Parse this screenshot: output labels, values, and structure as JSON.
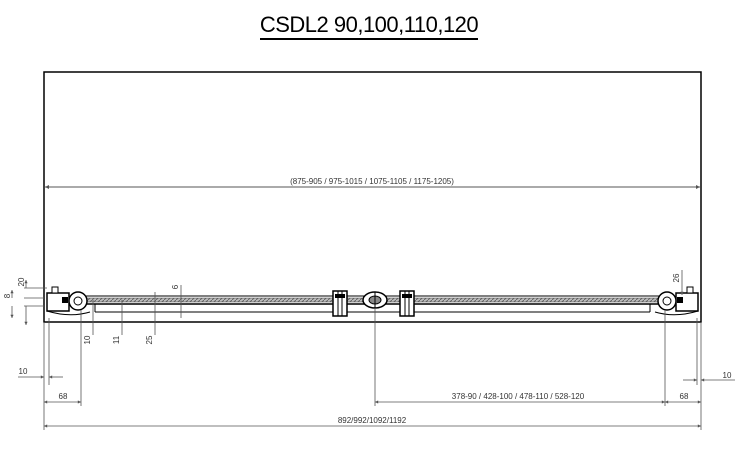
{
  "title": "CSDL2 90,100,110,120",
  "dimensions": {
    "inner_width_range": "(875-905 / 975-1015 / 1075-1105 / 1175-1205)",
    "overall_width": "892/992/1092/1192",
    "door_opening": "378-90 / 428-100 / 478-110 / 528-120",
    "left_offset_68": "68",
    "right_offset_68": "68",
    "left_edge_10": "10",
    "right_edge_10": "10",
    "height_20": "20",
    "height_8": "8",
    "height_26": "26",
    "height_6": "6",
    "depth_10": "10",
    "depth_11": "11",
    "depth_25": "25"
  },
  "colors": {
    "line": "#000000",
    "dim_line": "#555555",
    "glass": "#9a9a9a"
  }
}
